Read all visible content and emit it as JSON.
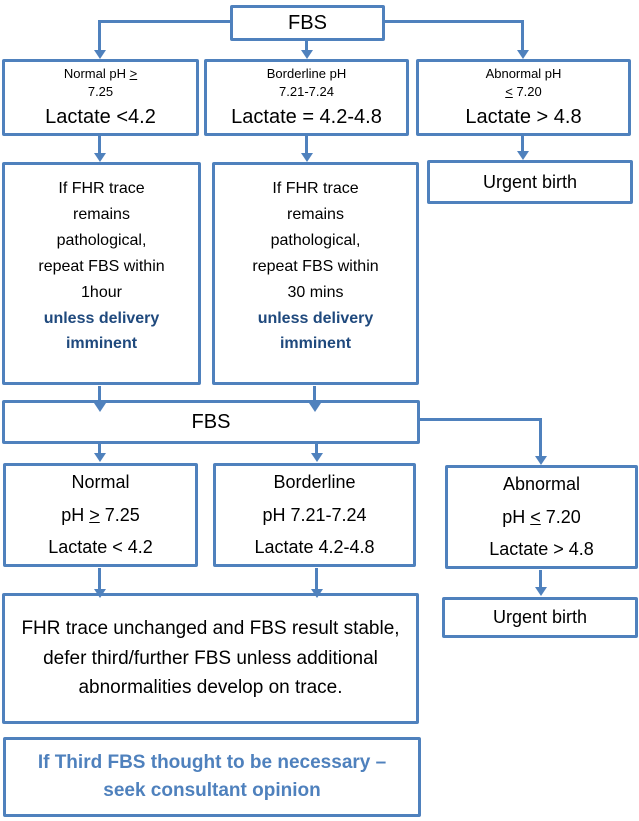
{
  "colors": {
    "border_blue": "#4F81BD",
    "arrow_blue": "#4F81BD",
    "emphasis_navy": "#1F497D",
    "footer_blue": "#4F81BD"
  },
  "nodes": {
    "fbs_top": "FBS",
    "row1": {
      "normal": {
        "line1_text": "Normal pH ",
        "line1_op": ">",
        "line2": "7.25",
        "line3": "Lactate <4.2"
      },
      "borderline": {
        "line1": "Borderline pH",
        "line2": "7.21-7.24",
        "line3": "Lactate = 4.2-4.8"
      },
      "abnormal": {
        "line1": "Abnormal pH",
        "line2_op": "<",
        "line2_text": " 7.20",
        "line3": "Lactate > 4.8"
      }
    },
    "row2": {
      "repeat_1hr": {
        "body": "If FHR trace\nremains\npathological,\nrepeat FBS within\n1hour",
        "emphasis": "unless delivery\nimminent"
      },
      "repeat_30min": {
        "body": "If FHR trace\nremains\npathological,\nrepeat FBS within\n30 mins",
        "emphasis": "unless delivery\nimminent"
      },
      "urgent_birth": "Urgent birth"
    },
    "fbs_second": "FBS",
    "row3": {
      "normal": {
        "line1": "Normal",
        "line2_pre": "pH ",
        "line2_op": ">",
        "line2_post": " 7.25",
        "line3": "Lactate < 4.2"
      },
      "borderline": {
        "line1": "Borderline",
        "line2": "pH 7.21-7.24",
        "line3": "Lactate 4.2-4.8"
      },
      "abnormal": {
        "line1": "Abnormal",
        "line2_pre": "pH ",
        "line2_op": "<",
        "line2_post": " 7.20",
        "line3": "Lactate > 4.8"
      },
      "urgent_birth": "Urgent birth"
    },
    "defer": "FHR trace unchanged and FBS result stable, defer third/further FBS unless additional abnormalities develop on trace.",
    "consultant": "If Third FBS thought to be necessary –\nseek consultant opinion"
  }
}
